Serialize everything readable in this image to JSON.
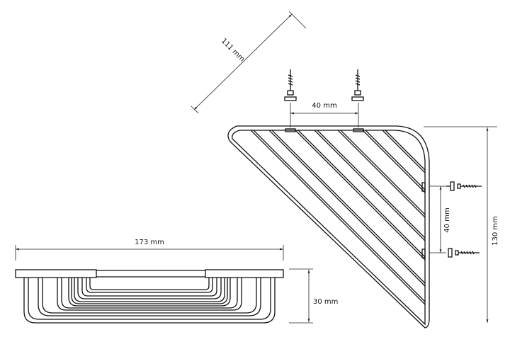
{
  "drawing": {
    "title": "Corner shower basket dimension drawing",
    "dimensions": {
      "diagonal_depth": "111 mm",
      "top_screw_spacing": "40 mm",
      "side_screw_spacing": "40 mm",
      "height_top_view": "130 mm",
      "width": "173 mm",
      "depth_side_view": "30 mm"
    },
    "colors": {
      "line": "#111111",
      "background": "#ffffff"
    }
  }
}
